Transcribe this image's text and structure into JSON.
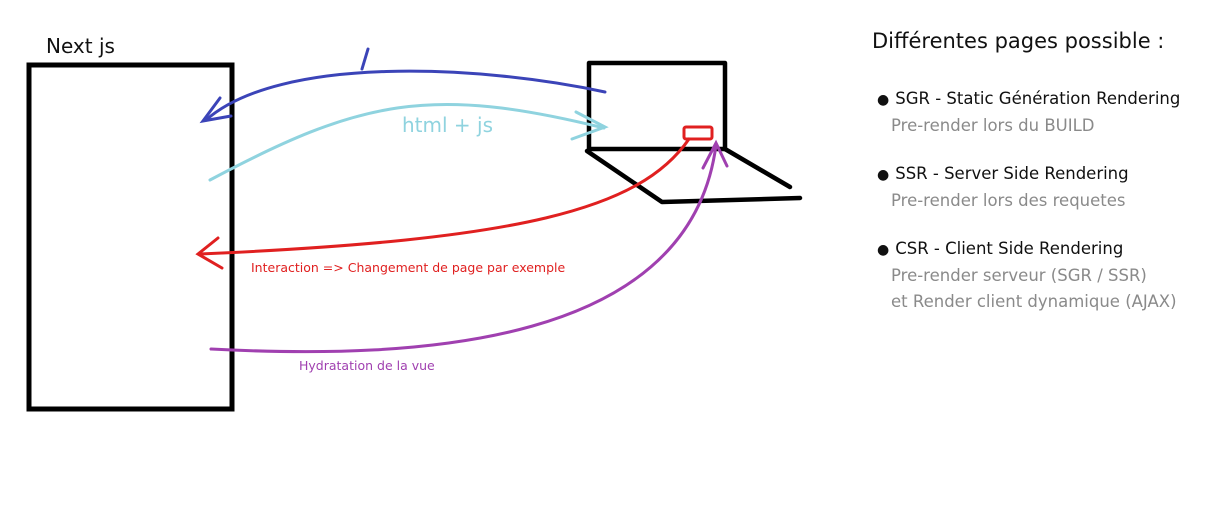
{
  "diagram": {
    "server_label": "Next js",
    "html_js_label": "html + js",
    "interaction_label": "Interaction => Changement de page par exemple",
    "hydration_label": "Hydratation de la vue"
  },
  "colors": {
    "request_arrow": "#3b44b8",
    "response_arrow": "#8fd3df",
    "interaction_arrow": "#e02020",
    "hydration_arrow": "#a040b0",
    "description_text": "#8a8a8a"
  },
  "panel": {
    "title": "Différentes pages possible :",
    "items": [
      {
        "label": "SGR - Static Génération Rendering",
        "lines": [
          "Pre-render lors du BUILD"
        ]
      },
      {
        "label": "SSR - Server Side Rendering",
        "lines": [
          "Pre-render lors des requetes"
        ]
      },
      {
        "label": "CSR - Client Side Rendering",
        "lines": [
          "Pre-render serveur (SGR / SSR)",
          "et Render client dynamique (AJAX)"
        ]
      }
    ]
  }
}
